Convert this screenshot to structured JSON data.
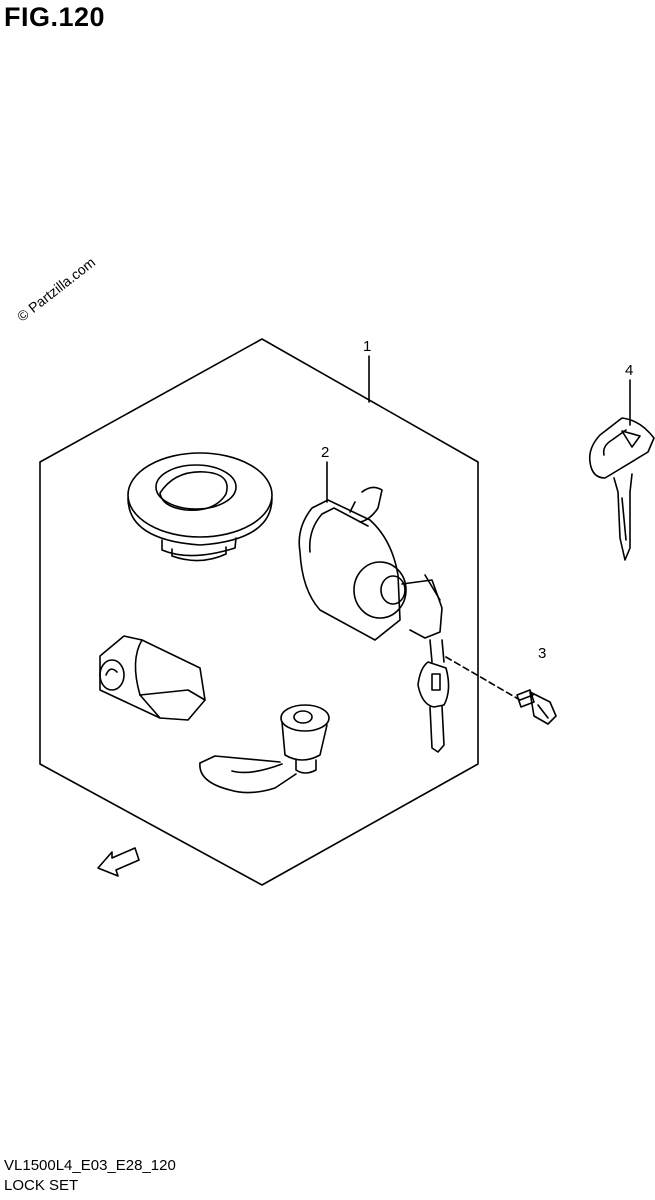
{
  "figure": {
    "title": "FIG.120",
    "model_code": "VL1500L4_E03_E28_120",
    "section_name": "LOCK SET",
    "watermark": "© Partzilla.com"
  },
  "callouts": [
    "1",
    "2",
    "3",
    "4"
  ],
  "parts": [
    {
      "ref": "1",
      "icon": "lock-set-hexagon-icon"
    },
    {
      "ref": "2",
      "icon": "steering-lock-icon"
    },
    {
      "ref": "3",
      "icon": "screw-icon"
    },
    {
      "ref": "4",
      "icon": "blank-key-icon"
    }
  ],
  "fwd_marker": "FWD"
}
